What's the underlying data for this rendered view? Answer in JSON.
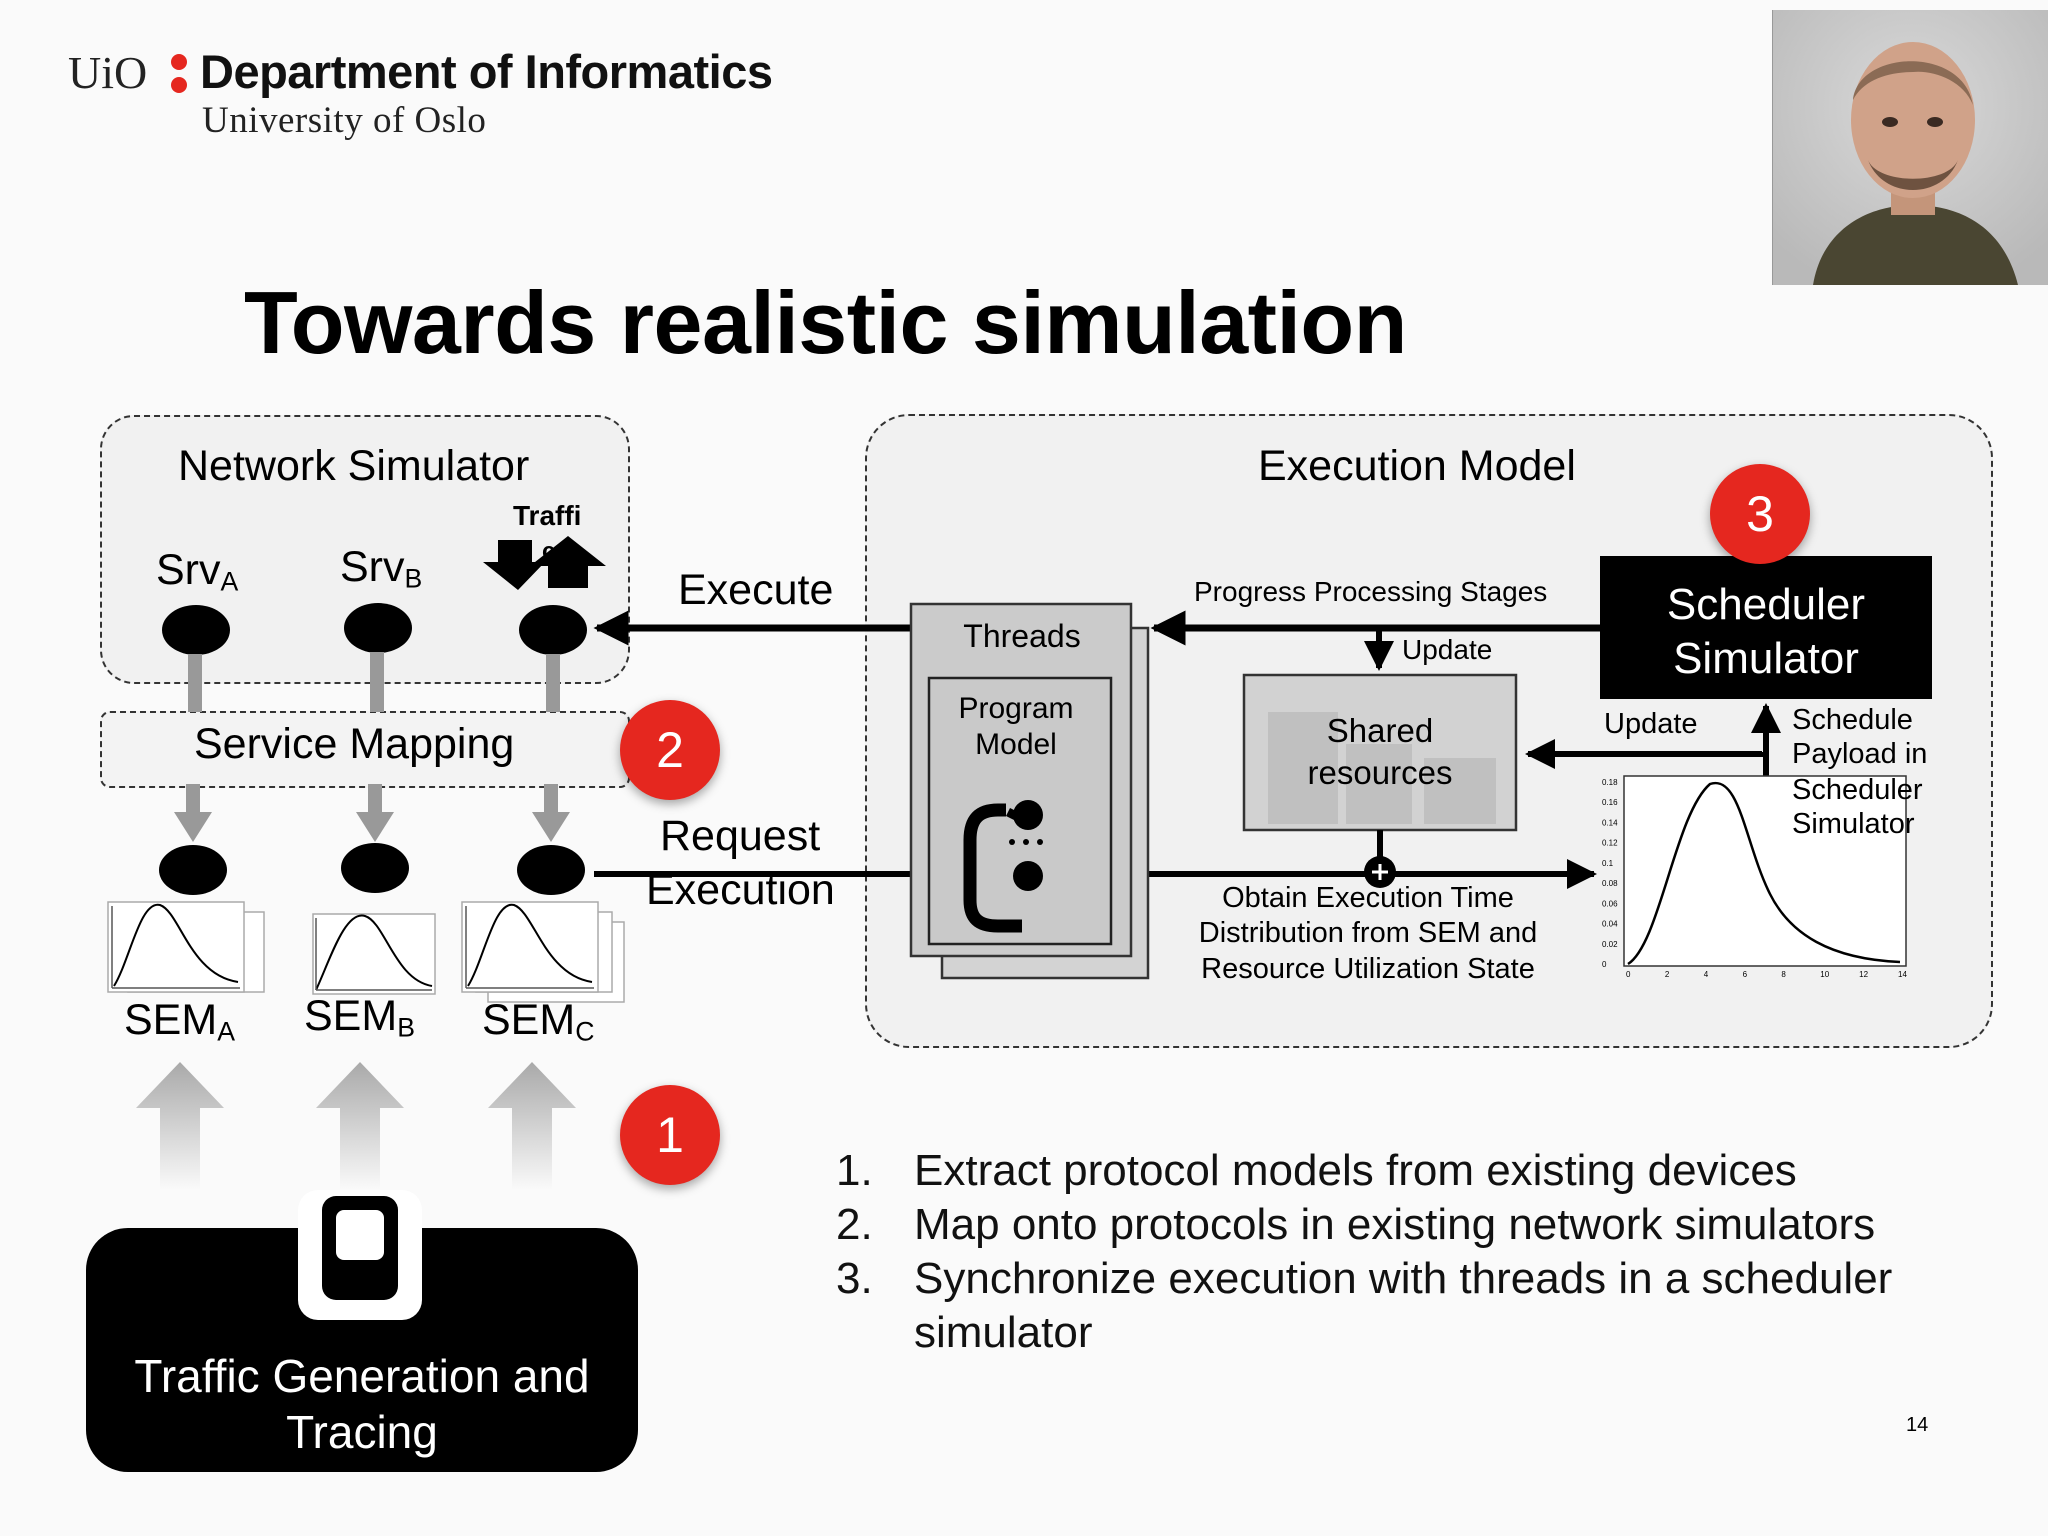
{
  "header": {
    "uio": "UiO",
    "department": "Department of Informatics",
    "university": "University of Oslo"
  },
  "slide": {
    "title": "Towards realistic simulation",
    "page_number": "14"
  },
  "network_simulator": {
    "title": "Network Simulator",
    "srv_a": "Srv",
    "srv_a_sub": "A",
    "srv_b": "Srv",
    "srv_b_sub": "B",
    "traffic_line1": "Traffi",
    "traffic_line2": "c"
  },
  "service_mapping": {
    "label": "Service Mapping"
  },
  "sem": {
    "a": "SEM",
    "a_sub": "A",
    "b": "SEM",
    "b_sub": "B",
    "c": "SEM",
    "c_sub": "C"
  },
  "arrows": {
    "execute": "Execute",
    "request_line1": "Request",
    "request_line2": "Execution"
  },
  "execution_model": {
    "title": "Execution Model",
    "threads": "Threads",
    "program_model_line1": "Program",
    "program_model_line2": "Model",
    "progress": "Progress Processing Stages",
    "update_top": "Update",
    "update_side": "Update",
    "shared_line1": "Shared",
    "shared_line2": "resources",
    "scheduler_line1": "Scheduler",
    "scheduler_line2": "Simulator",
    "schedule_payload": [
      "Schedule",
      "Payload in",
      "Scheduler",
      "Simulator"
    ],
    "obtain": [
      "Obtain Execution Time",
      "Distribution from SEM and",
      "Resource Utilization State"
    ]
  },
  "mini_chart": {
    "y_ticks": [
      "0.18",
      "0.16",
      "0.14",
      "0.12",
      "0.1",
      "0.08",
      "0.06",
      "0.04",
      "0.02",
      "0"
    ],
    "x_ticks": [
      "0",
      "2",
      "4",
      "6",
      "8",
      "10",
      "12",
      "14"
    ]
  },
  "badges": {
    "one": "1",
    "two": "2",
    "three": "3"
  },
  "traffic_generation": {
    "line1": "Traffic Generation and",
    "line2": "Tracing"
  },
  "steps": [
    {
      "num": "1.",
      "text": "Extract protocol models from existing devices"
    },
    {
      "num": "2.",
      "text": "Map onto protocols in existing network simulators"
    },
    {
      "num": "3.",
      "text": "Synchronize execution with threads in a scheduler"
    },
    {
      "num": "",
      "text": "simulator"
    }
  ],
  "colors": {
    "badge": "#e5271f",
    "panel_bg": "#f1f1f1",
    "scheduler_bg": "#000000"
  }
}
